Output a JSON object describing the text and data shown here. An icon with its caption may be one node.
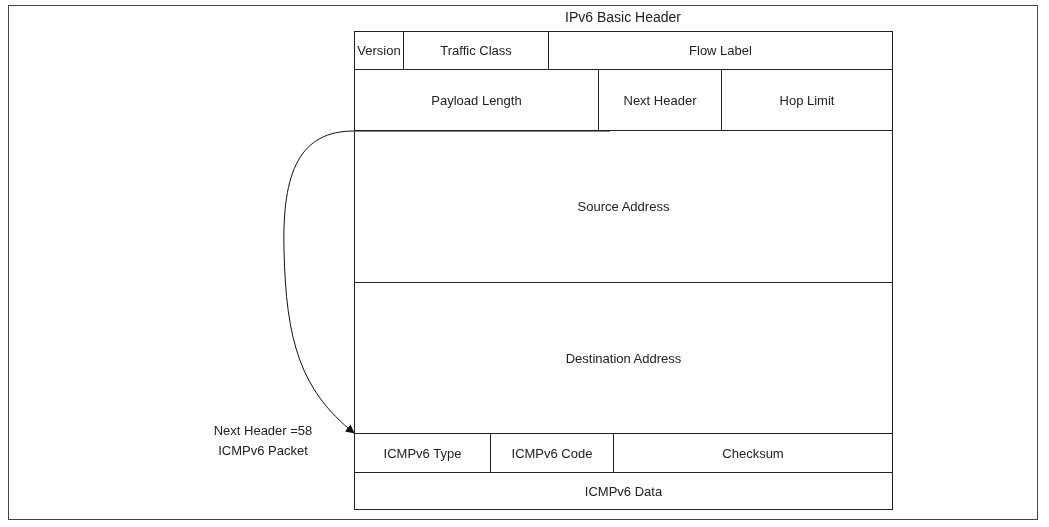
{
  "diagram": {
    "title": "IPv6 Basic Header",
    "nodes": [
      {
        "text": [
          "Version"
        ]
      },
      {
        "text": [
          "Traffic Class"
        ]
      },
      {
        "text": [
          "Flow Label"
        ]
      },
      {
        "text": [
          "Payload Length"
        ]
      },
      {
        "text": [
          "Next Header"
        ]
      },
      {
        "text": [
          "Hop Limit"
        ]
      },
      {
        "text": [
          "Source Address"
        ]
      },
      {
        "text": [
          "Destination Address"
        ]
      },
      {
        "text": [
          "ICMPv6 Type"
        ]
      },
      {
        "text": [
          "ICMPv6 Code"
        ]
      },
      {
        "text": [
          "Checksum"
        ]
      },
      {
        "text": [
          "ICMPv6 Data"
        ]
      }
    ],
    "edges": [
      {
        "from": 4,
        "to": 8,
        "arrow": "to",
        "label": "Next Header =58 ICMPv6 Packet"
      }
    ]
  }
}
